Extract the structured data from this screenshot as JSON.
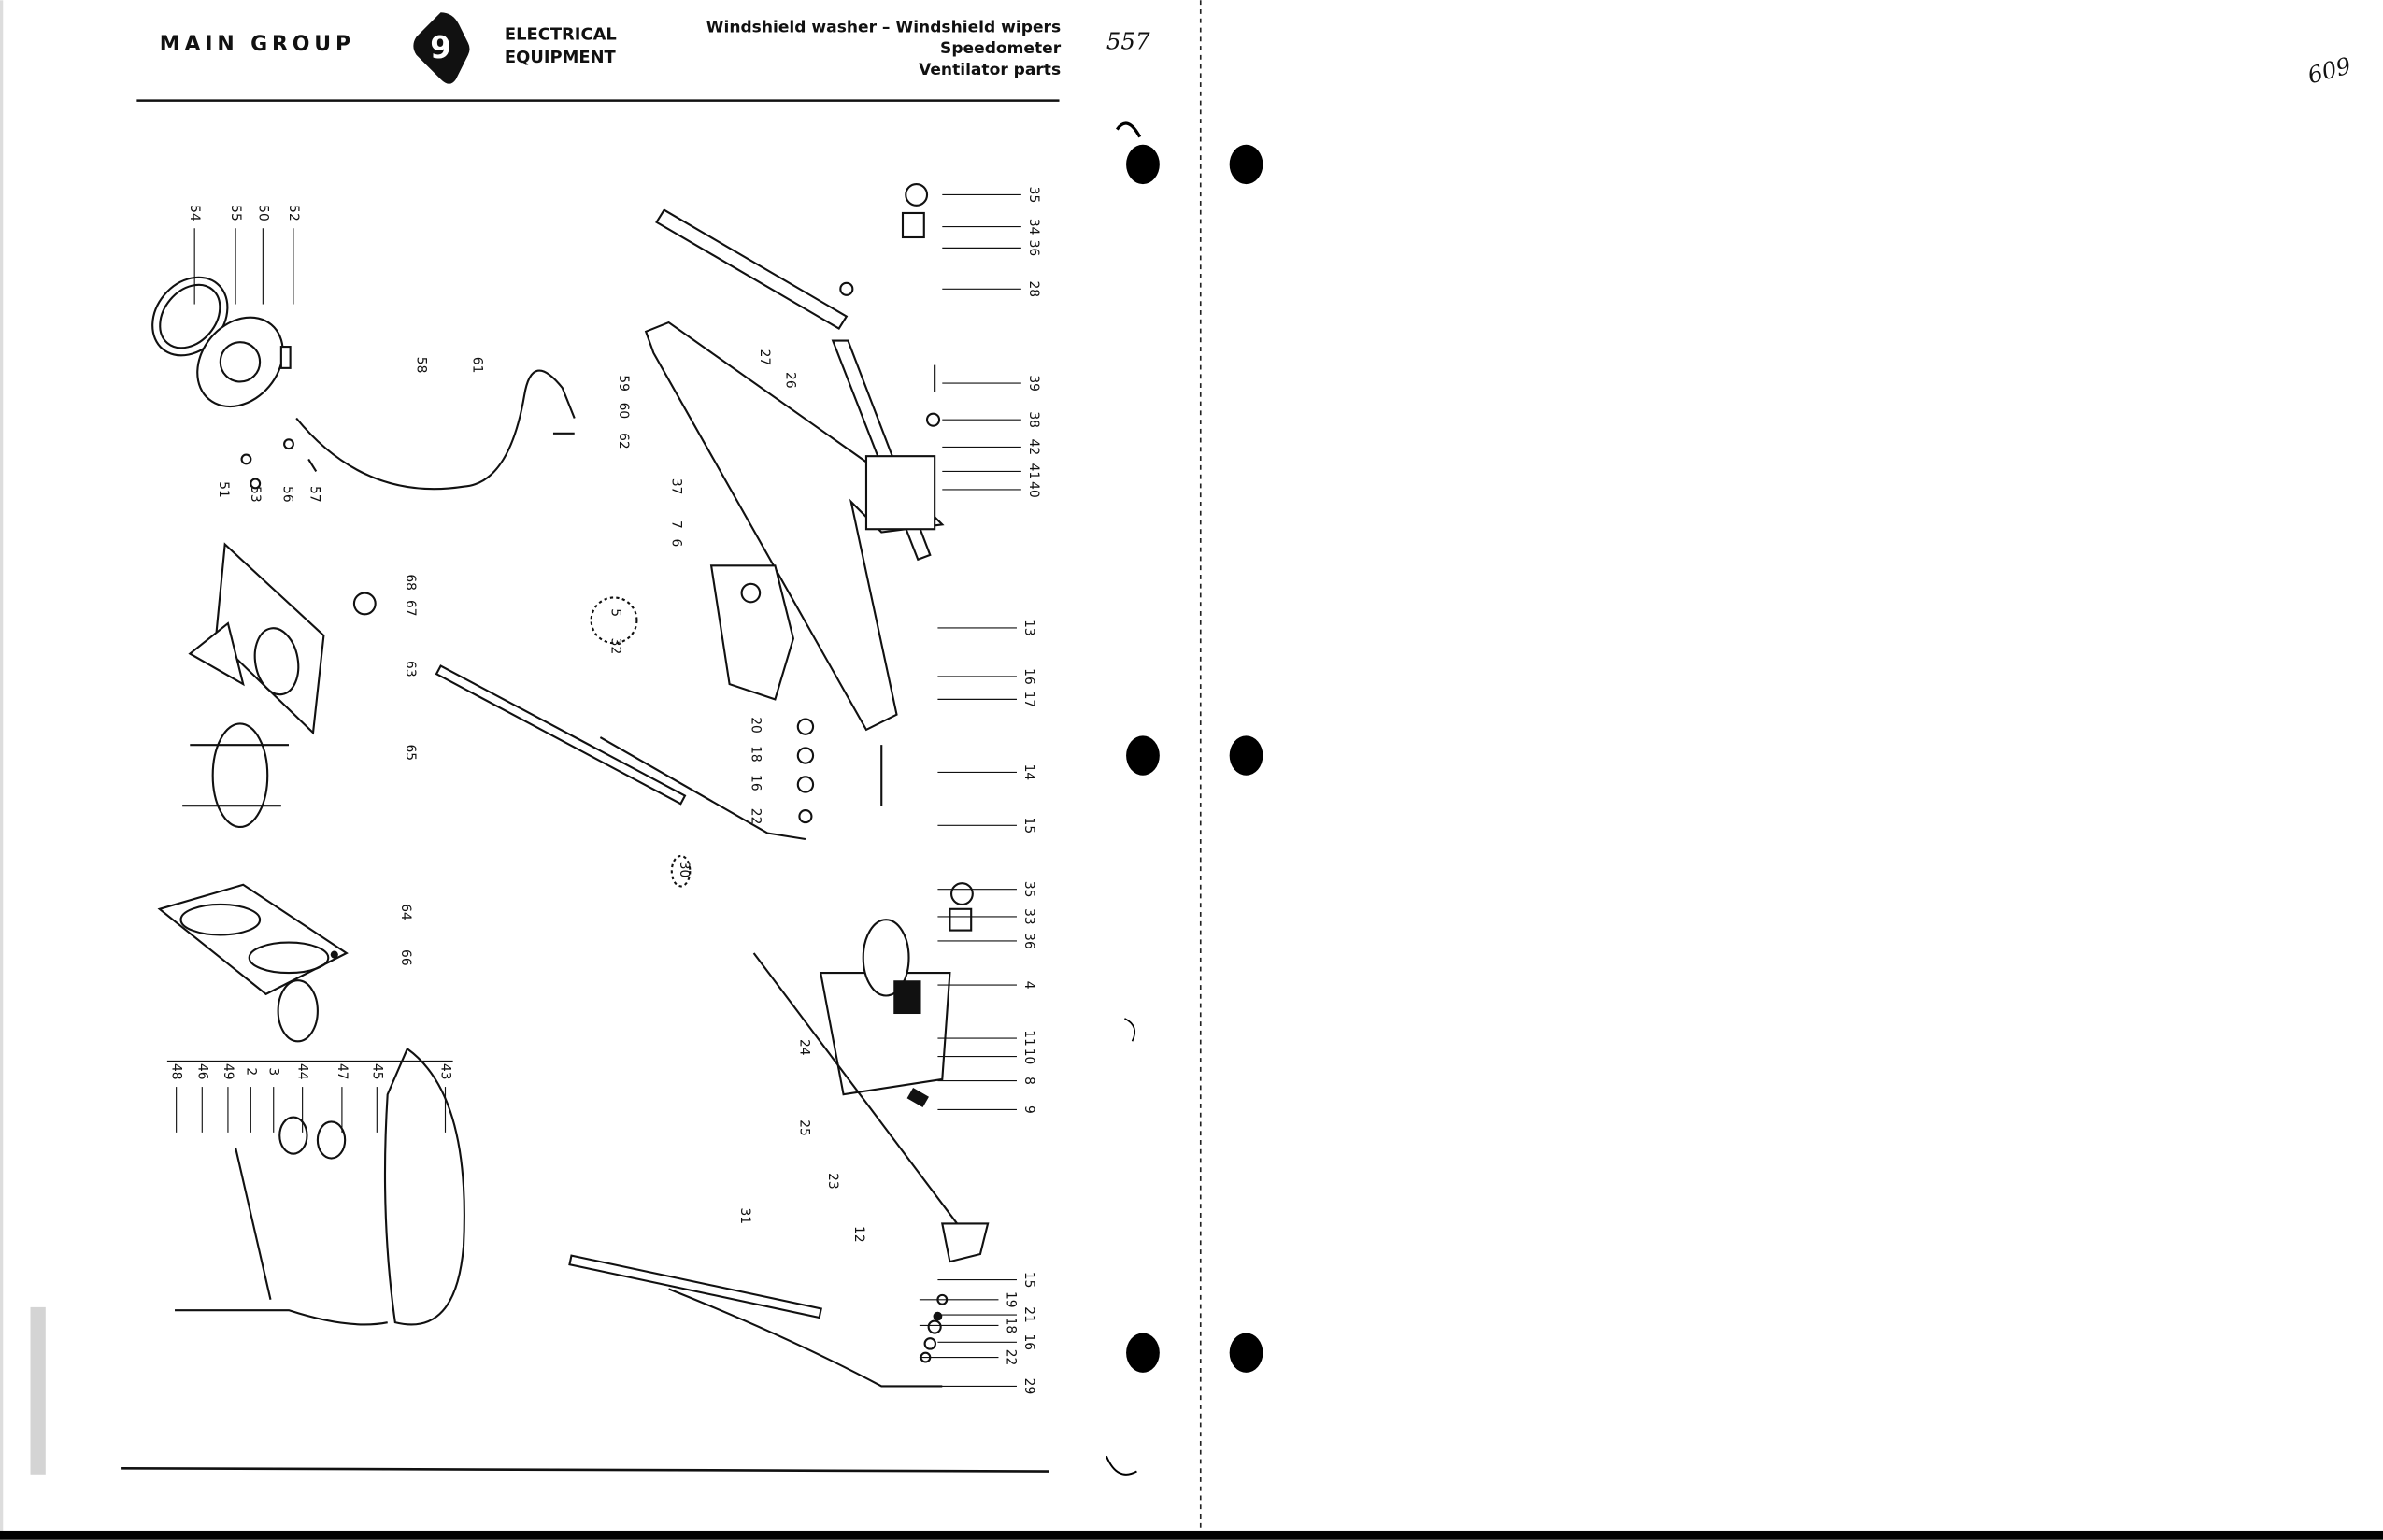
{
  "header": {
    "main_group": "MAIN GROUP",
    "group_number": "9",
    "group_name_line1": "ELECTRICAL",
    "group_name_line2": "EQUIPMENT",
    "subtitle_line1": "Windshield washer – Windshield wipers",
    "subtitle_line2": "Speedometer",
    "subtitle_line3": "Ventilator parts"
  },
  "handwritten": {
    "left_page_number": "557",
    "right_page_number": "609"
  },
  "callouts": [
    "54",
    "55",
    "50",
    "52",
    "58",
    "61",
    "59",
    "60",
    "62",
    "51",
    "53",
    "56",
    "57",
    "68",
    "67",
    "63",
    "65",
    "64",
    "66",
    "48",
    "46",
    "49",
    "2",
    "3",
    "44",
    "47",
    "45",
    "43",
    "37",
    "7",
    "6",
    "5",
    "32",
    "30",
    "20",
    "18",
    "16",
    "22",
    "27",
    "26",
    "24",
    "25",
    "23",
    "31",
    "12",
    "35",
    "34",
    "36",
    "28",
    "39",
    "38",
    "42",
    "41",
    "40",
    "13",
    "16",
    "17",
    "14",
    "15",
    "35",
    "33",
    "36",
    "4",
    "11",
    "10",
    "8",
    "9",
    "15",
    "19",
    "21",
    "18",
    "16",
    "22",
    "29"
  ]
}
